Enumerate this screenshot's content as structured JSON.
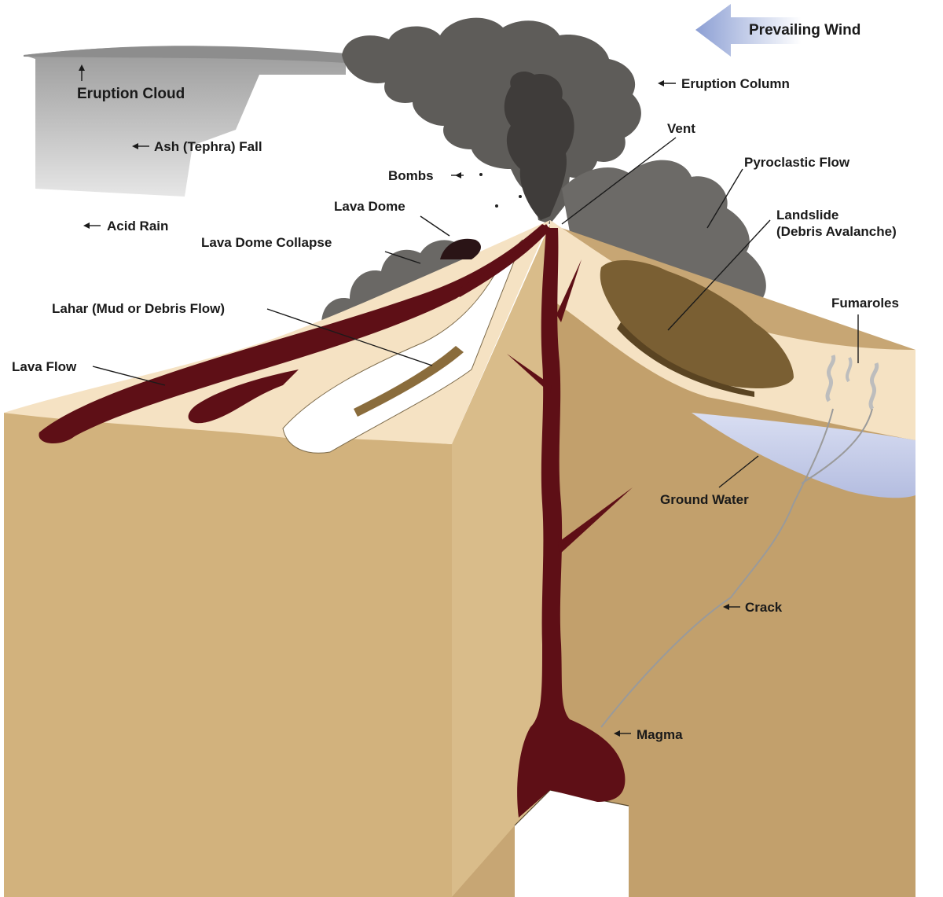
{
  "labels": {
    "prevailing_wind": "Prevailing Wind",
    "eruption_cloud": "Eruption Cloud",
    "eruption_column": "Eruption Column",
    "ash_fall": "Ash (Tephra) Fall",
    "vent": "Vent",
    "bombs": "Bombs",
    "pyroclastic_flow": "Pyroclastic Flow",
    "lava_dome": "Lava Dome",
    "landslide_line1": "Landslide",
    "landslide_line2": "(Debris Avalanche)",
    "acid_rain": "Acid Rain",
    "lava_dome_collapse": "Lava Dome Collapse",
    "fumaroles": "Fumaroles",
    "lahar": "Lahar (Mud or Debris Flow)",
    "lava_flow": "Lava Flow",
    "ground_water": "Ground Water",
    "crack": "Crack",
    "magma": "Magma"
  },
  "colors": {
    "ground_front": "#d4b47f",
    "ground_side": "#c4a471",
    "surface": "#f6e4c6",
    "magma": "#5e0f16",
    "ash_dark": "#4a4744",
    "ash_mid": "#6f6d6a",
    "ash_light": "#a3a19e",
    "cloud": "#c9c9c9",
    "ground_water": "#c8cfe8",
    "landslide": "#7a5f33",
    "wind_arrow": "#9aaad6"
  }
}
